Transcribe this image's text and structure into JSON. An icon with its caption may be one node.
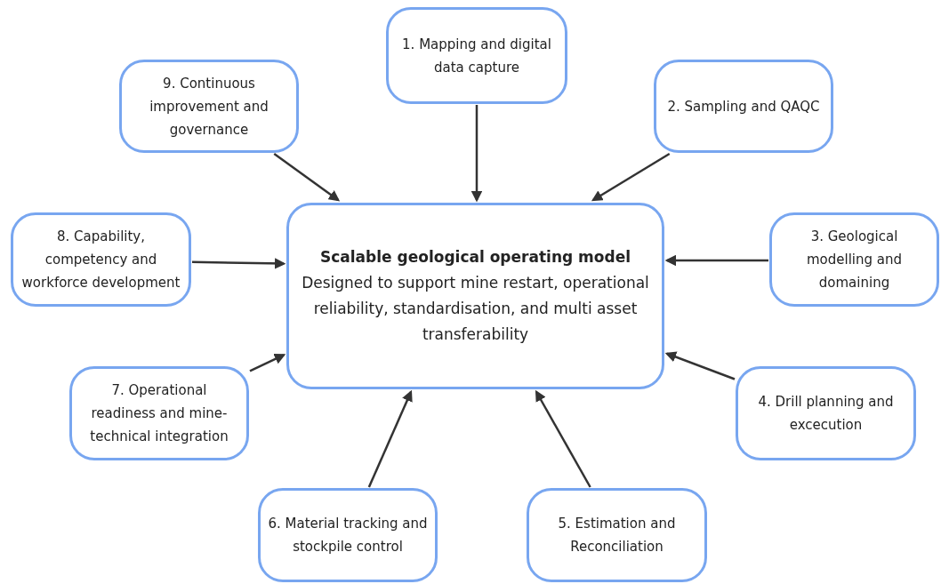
{
  "diagram": {
    "nodes": [
      {
        "text": [
          "Scalable geological operating model",
          "Designed to support mine restart, operational reliability, standardisation, and multi asset transferability"
        ]
      },
      {
        "text": [
          "1. Mapping and digital data capture"
        ]
      },
      {
        "text": [
          "2. Sampling and QAQC"
        ]
      },
      {
        "text": [
          "3. Geological modelling and domaining"
        ]
      },
      {
        "text": [
          "4. Drill planning and excecution"
        ]
      },
      {
        "text": [
          "5. Estimation and Reconciliation"
        ]
      },
      {
        "text": [
          "6. Material tracking and stockpile control"
        ]
      },
      {
        "text": [
          "7. Operational readiness and mine-technical integration"
        ]
      },
      {
        "text": [
          "8. Capability, competency and workforce development"
        ]
      },
      {
        "text": [
          "9. Continuous improvement and governance"
        ]
      }
    ],
    "edges": [
      {
        "from": 1,
        "to": 0,
        "arrow": "to"
      },
      {
        "from": 2,
        "to": 0,
        "arrow": "to"
      },
      {
        "from": 3,
        "to": 0,
        "arrow": "to"
      },
      {
        "from": 4,
        "to": 0,
        "arrow": "to"
      },
      {
        "from": 5,
        "to": 0,
        "arrow": "to"
      },
      {
        "from": 6,
        "to": 0,
        "arrow": "to"
      },
      {
        "from": 7,
        "to": 0,
        "arrow": "to"
      },
      {
        "from": 8,
        "to": 0,
        "arrow": "to"
      },
      {
        "from": 9,
        "to": 0,
        "arrow": "to"
      }
    ]
  }
}
